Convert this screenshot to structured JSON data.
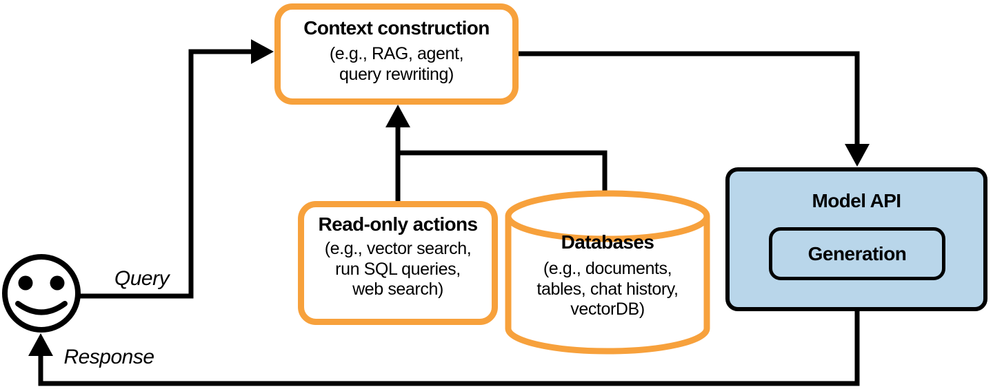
{
  "colors": {
    "accent_orange": "#F7A13C",
    "model_api_blue": "#B9D6EA",
    "line_black": "#000000",
    "background": "#FFFFFF"
  },
  "nodes": {
    "context_construction": {
      "title": "Context construction",
      "subtitle": "(e.g., RAG, agent,\nquery rewriting)"
    },
    "read_only_actions": {
      "title": "Read-only actions",
      "subtitle": "(e.g., vector search,\nrun SQL queries,\nweb search)"
    },
    "databases": {
      "title": "Databases",
      "subtitle": "(e.g., documents,\ntables, chat history,\nvectorDB)"
    },
    "model_api": {
      "title": "Model API",
      "inner_label": "Generation"
    }
  },
  "edges": {
    "query": {
      "label": "Query",
      "from": "user",
      "to": "context-construction"
    },
    "context_to_model": {
      "from": "context-construction",
      "to": "model-api"
    },
    "readonly_to_context": {
      "from": "read-only-actions",
      "to": "context-construction"
    },
    "databases_branch": {
      "from": "databases",
      "to": "context-construction"
    },
    "response": {
      "label": "Response",
      "from": "model-api",
      "to": "user"
    }
  },
  "icons": {
    "user_icon": "smiley-face"
  }
}
